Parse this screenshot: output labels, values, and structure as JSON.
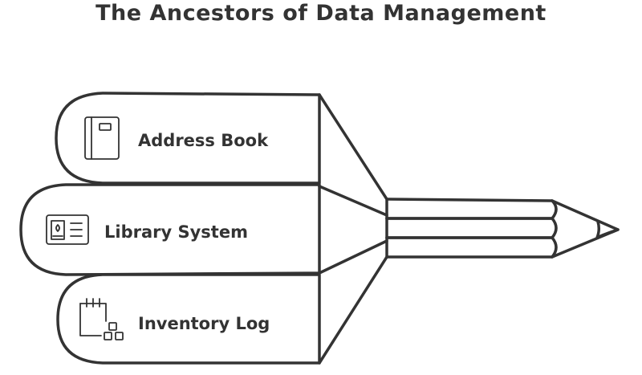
{
  "title": "The Ancestors of Data Management",
  "items": [
    {
      "label": "Address Book",
      "icon": "address-book-icon"
    },
    {
      "label": "Library System",
      "icon": "id-card-icon"
    },
    {
      "label": "Inventory Log",
      "icon": "calendar-boxes-icon"
    }
  ],
  "colors": {
    "ink": "#333333",
    "background": "#ffffff"
  }
}
